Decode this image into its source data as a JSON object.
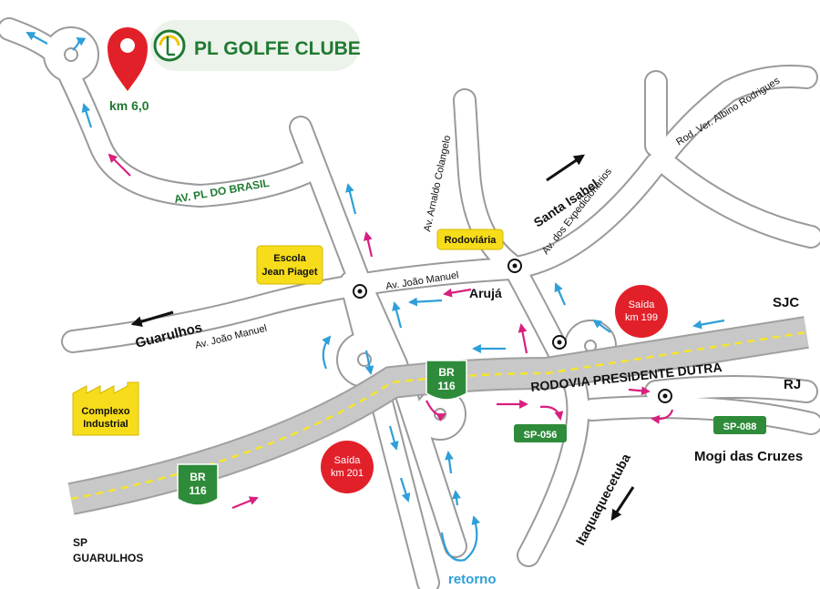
{
  "header": {
    "club_name": "PL GOLFE CLUBE",
    "km": "km 6,0",
    "colors": {
      "pin": "#e2202a",
      "brand_green": "#1f7a32",
      "logo_yellow": "#f2c400"
    }
  },
  "roads": {
    "highway": "RODOVIA PRESIDENTE DUTRA",
    "pl_brasil": "AV. PL DO BRASIL",
    "joao_manuel": "Av. João Manuel",
    "arnaldo": "Av. Arnaldo Colangelo",
    "expedicionarios": "Av. dos Expedicionários",
    "albino": "Rod. Ver. Albino Rodrigues"
  },
  "shields": {
    "br116_a": {
      "line1": "BR",
      "line2": "116"
    },
    "br116_b": {
      "line1": "BR",
      "line2": "116"
    },
    "sp056": "SP-056",
    "sp088": "SP-088"
  },
  "exits": {
    "km199": {
      "line1": "Saída",
      "line2": "km 199"
    },
    "km201": {
      "line1": "Saída",
      "line2": "km 201"
    }
  },
  "places": {
    "guarulhos": "Guarulhos",
    "santa_isabel": "Santa Isabel",
    "aruja": "Arujá",
    "sjc": "SJC",
    "rj": "RJ",
    "mogi": "Mogi das Cruzes",
    "itaquaquecetuba": "Itaquaquecetuba",
    "sp": "SP",
    "sp_guarulhos": "GUARULHOS",
    "retorno": "retorno"
  },
  "pois": {
    "escola": {
      "line1": "Escola",
      "line2": "Jean Piaget"
    },
    "rodoviaria": "Rodoviária",
    "complexo": {
      "line1": "Complexo",
      "line2": "Industrial"
    }
  },
  "colors": {
    "road_fill": "#ffffff",
    "road_edge": "#9a9a9a",
    "highway_fill": "#c8c8c8",
    "highway_dash": "#f5e52a",
    "arrow_blue": "#2e9fd8",
    "arrow_magenta": "#d81f7f",
    "exit_red": "#e2202a",
    "shield_green": "#2e8b3a",
    "poi_yellow": "#f6dc1a"
  }
}
